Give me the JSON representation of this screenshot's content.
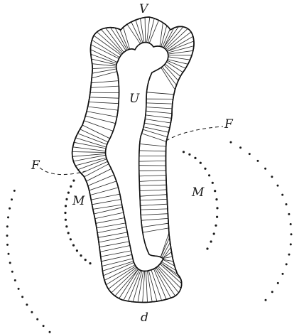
{
  "labels": {
    "v": "V",
    "u": "U",
    "f_right": "F",
    "f_left": "F",
    "m_left": "M",
    "m_right": "M",
    "d": "d"
  }
}
